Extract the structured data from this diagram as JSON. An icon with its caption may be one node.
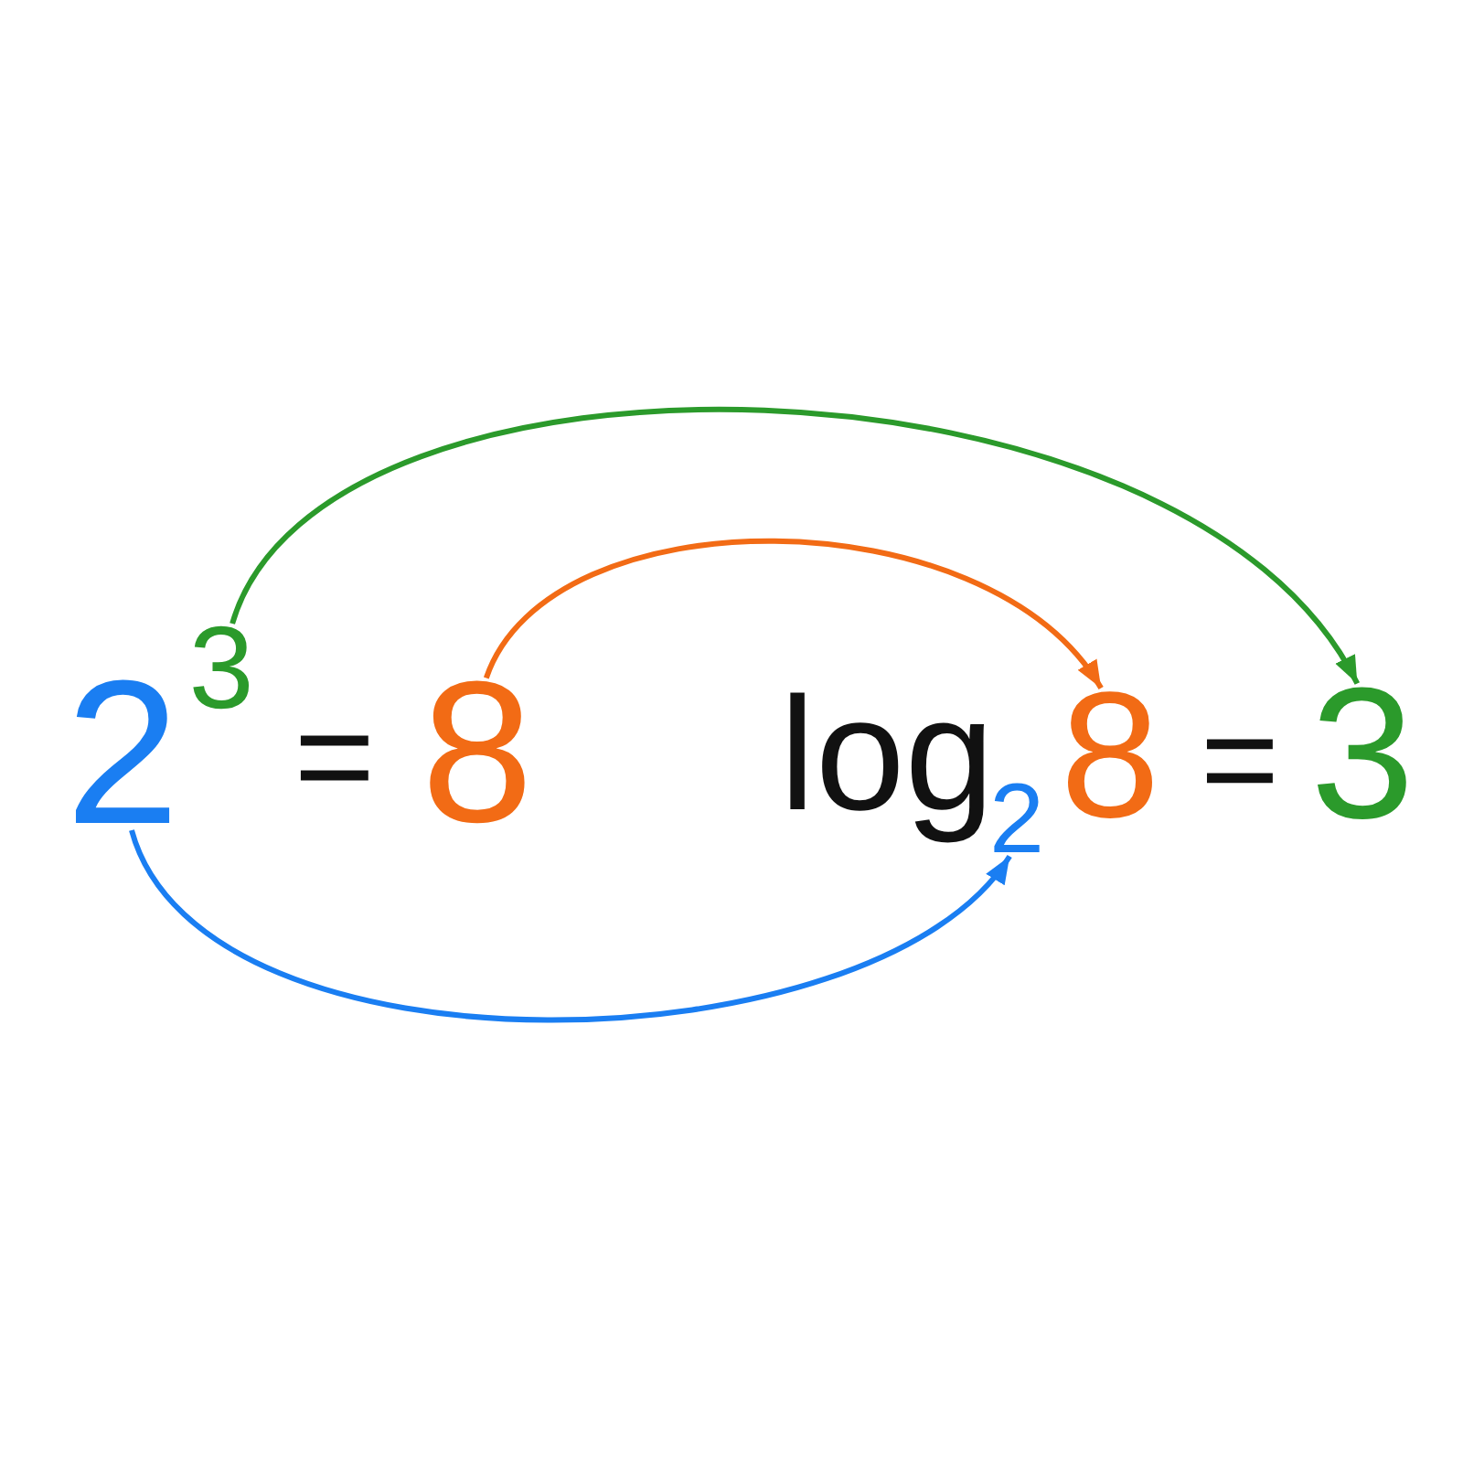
{
  "diagram": {
    "nodes": [
      {
        "text": [
          "2"
        ]
      },
      {
        "text": [
          "3"
        ]
      },
      {
        "text": [
          "8"
        ]
      },
      {
        "text": [
          "2"
        ]
      },
      {
        "text": [
          "8"
        ]
      },
      {
        "text": [
          "3"
        ]
      }
    ],
    "edges": [
      {
        "from": 0,
        "to": 3,
        "arrow": "to",
        "color": "#1a7ef2"
      },
      {
        "from": 1,
        "to": 5,
        "arrow": "to",
        "color": "#2b9a2b"
      },
      {
        "from": 2,
        "to": 4,
        "arrow": "to",
        "color": "#f26b15"
      }
    ],
    "labels": [
      "=",
      "log",
      "="
    ]
  }
}
